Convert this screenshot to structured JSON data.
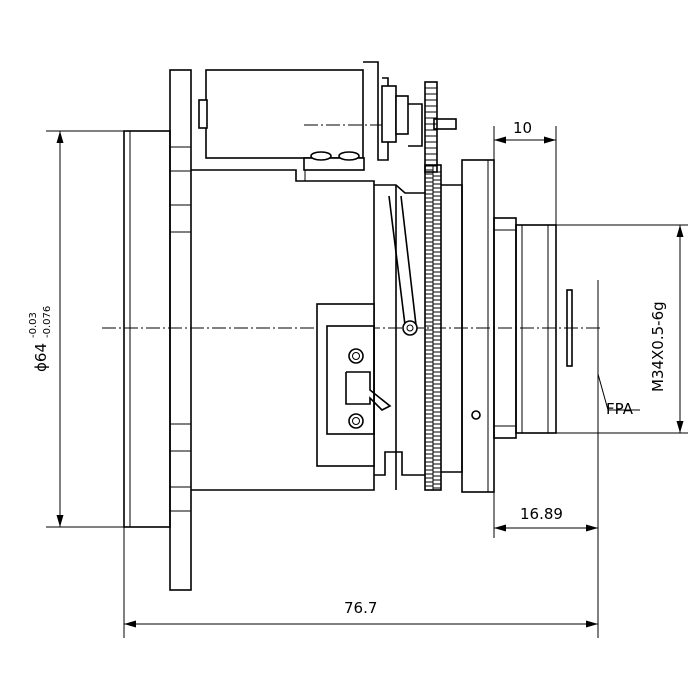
{
  "dimensions": {
    "length_total": "76.7",
    "flange_to_fpa": "16.89",
    "thread_length": "10",
    "diameter_main": "ϕ64",
    "diameter_tol_upper": "-0.03",
    "diameter_tol_lower": "-0.076",
    "thread_spec": "M34X0.5-6g"
  },
  "labels": {
    "fpa": "FPA"
  }
}
